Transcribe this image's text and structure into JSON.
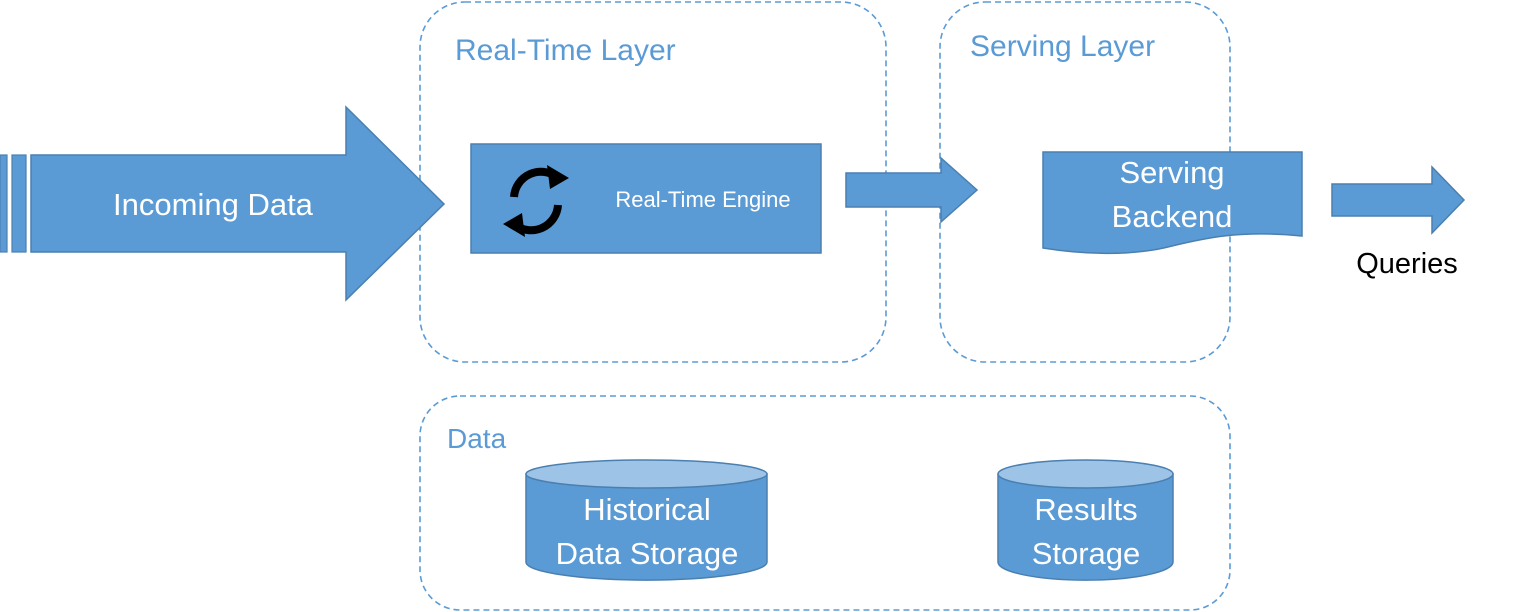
{
  "colors": {
    "fill": "#5b9bd5",
    "fill_dark": "#4a7fb0",
    "cylinder_top": "#9dc3e6",
    "label_blue": "#5b9bd5",
    "white": "#ffffff",
    "black": "#000000"
  },
  "incoming": {
    "label": "Incoming Data"
  },
  "realtime_layer": {
    "title": "Real-Time Layer",
    "engine_label": "Real-Time Engine",
    "engine_icon": "refresh-icon"
  },
  "serving_layer": {
    "title": "Serving Layer",
    "backend_line1": "Serving",
    "backend_line2": "Backend"
  },
  "queries": {
    "label": "Queries"
  },
  "data_layer": {
    "title": "Data",
    "historical_line1": "Historical",
    "historical_line2": "Data Storage",
    "results_line1": "Results",
    "results_line2": "Storage"
  }
}
